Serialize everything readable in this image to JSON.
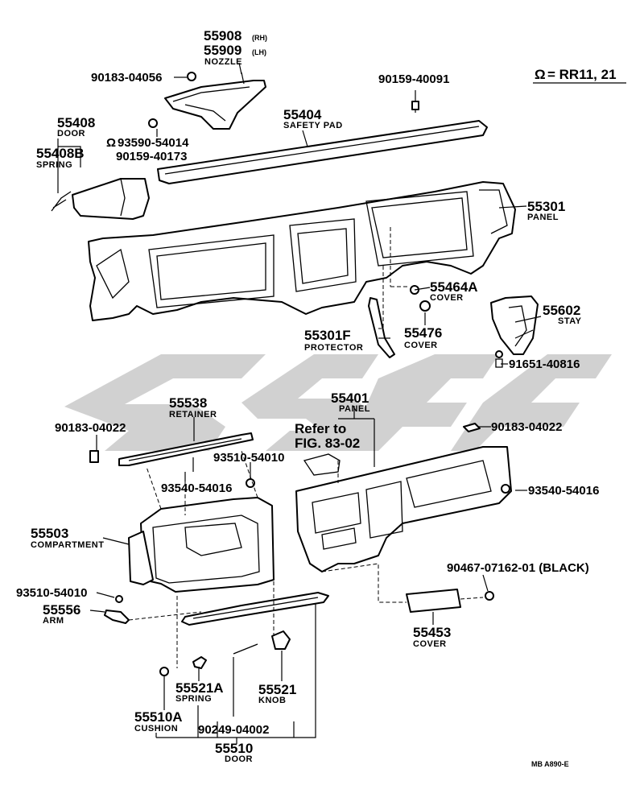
{
  "legend": {
    "symbol": "Ω",
    "text": "= RR11, 21"
  },
  "footer_code": "MB A890-E",
  "parts": {
    "p55908": {
      "number": "55908",
      "suffix": "(RH)"
    },
    "p55909": {
      "number": "55909",
      "suffix": "(LH)",
      "desc": "NOZZLE"
    },
    "p90183_04056": {
      "number": "90183-04056"
    },
    "p90159_40091": {
      "number": "90159-40091"
    },
    "p55404": {
      "number": "55404",
      "desc": "SAFETY PAD"
    },
    "p55408": {
      "number": "55408",
      "desc": "DOOR"
    },
    "p93590_54014": {
      "number": "93590-54014",
      "mark": "Ω"
    },
    "p90159_40173": {
      "number": "90159-40173"
    },
    "p55408B": {
      "number": "55408B",
      "desc": "SPRING"
    },
    "p55301": {
      "number": "55301",
      "desc": "PANEL"
    },
    "p55464A": {
      "number": "55464A",
      "desc": "COVER"
    },
    "p55602": {
      "number": "55602",
      "desc": "STAY"
    },
    "p55476": {
      "number": "55476",
      "desc": "COVER"
    },
    "p55301F": {
      "number": "55301F",
      "desc": "PROTECTOR"
    },
    "p91651_40816": {
      "number": "91651-40816"
    },
    "p55538": {
      "number": "55538",
      "desc": "RETAINER"
    },
    "p55401": {
      "number": "55401",
      "desc": "PANEL"
    },
    "refer": {
      "line1": "Refer to",
      "line2": "FIG. 83-02"
    },
    "p90183_04022_l": {
      "number": "90183-04022"
    },
    "p90183_04022_r": {
      "number": "90183-04022"
    },
    "p93510_54010_a": {
      "number": "93510-54010"
    },
    "p93540_54016_l": {
      "number": "93540-54016"
    },
    "p93540_54016_r": {
      "number": "93540-54016"
    },
    "p55503": {
      "number": "55503",
      "desc": "COMPARTMENT"
    },
    "p90467": {
      "number": "90467-07162-01 (BLACK)"
    },
    "p93510_54010_b": {
      "number": "93510-54010"
    },
    "p55556": {
      "number": "55556",
      "desc": "ARM"
    },
    "p55453": {
      "number": "55453",
      "desc": "COVER"
    },
    "p55521A": {
      "number": "55521A",
      "desc": "SPRING"
    },
    "p55521": {
      "number": "55521",
      "desc": "KNOB"
    },
    "p55510A": {
      "number": "55510A",
      "desc": "CUSHION"
    },
    "p90249_04002": {
      "number": "90249-04002"
    },
    "p55510": {
      "number": "55510",
      "desc": "DOOR"
    }
  }
}
